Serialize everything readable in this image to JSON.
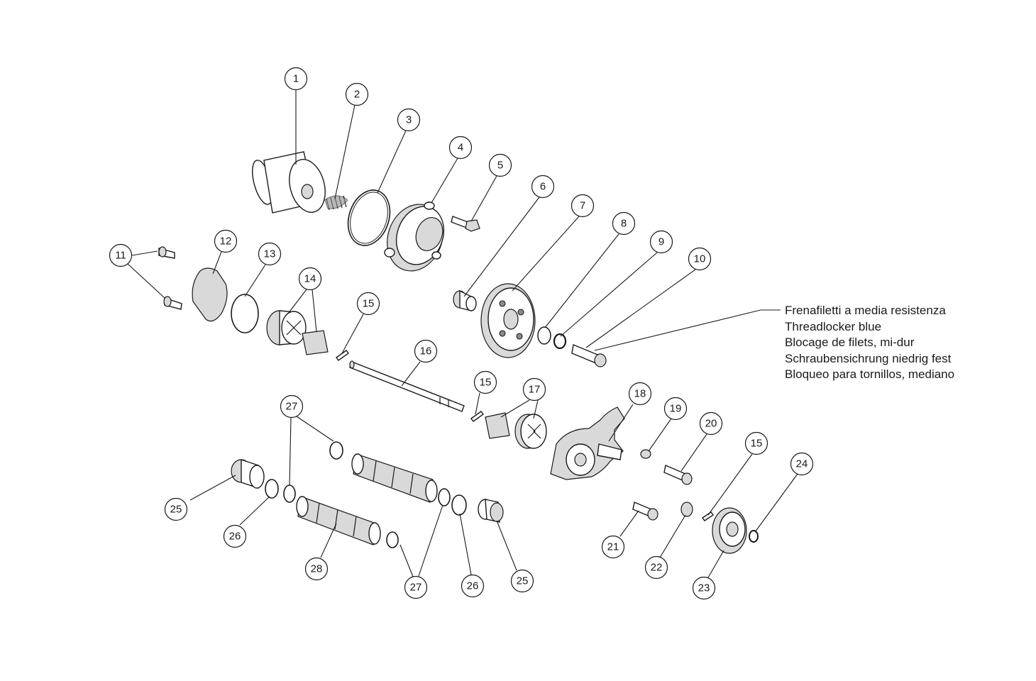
{
  "note": {
    "lines": [
      "Frenafiletti a media resistenza",
      "Threadlocker blue",
      "Blocage de filets, mi-dur",
      "Schraubensichrung niedrig fest",
      "Bloqueo para tornillos, mediano"
    ]
  },
  "callouts": {
    "c1": "1",
    "c2": "2",
    "c3": "3",
    "c4": "4",
    "c5": "5",
    "c6": "6",
    "c7": "7",
    "c8": "8",
    "c9": "9",
    "c10": "10",
    "c11": "11",
    "c12": "12",
    "c13": "13",
    "c14": "14",
    "c15a": "15",
    "c15b": "15",
    "c15c": "15",
    "c16": "16",
    "c17": "17",
    "c18": "18",
    "c19": "19",
    "c20": "20",
    "c21": "21",
    "c22": "22",
    "c23": "23",
    "c24": "24",
    "c25a": "25",
    "c25b": "25",
    "c26a": "26",
    "c26b": "26",
    "c27a": "27",
    "c27b": "27",
    "c28": "28"
  }
}
